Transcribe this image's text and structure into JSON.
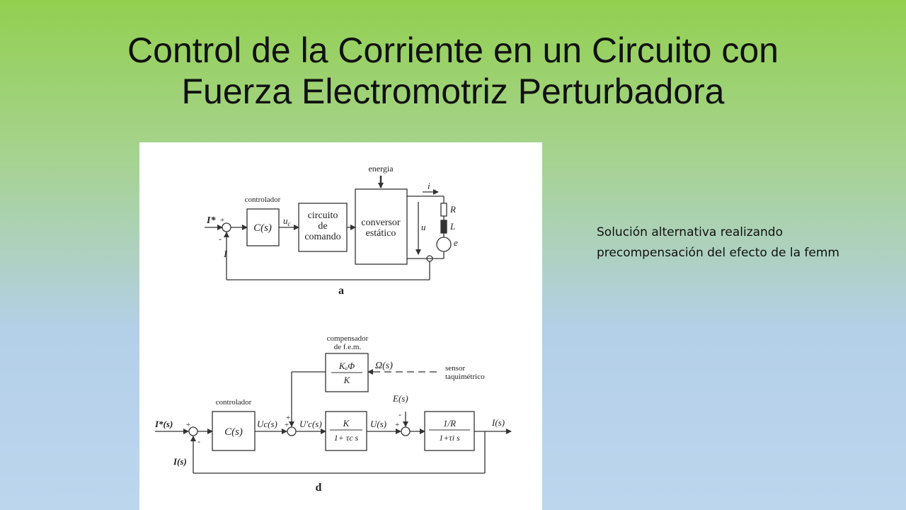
{
  "slide": {
    "title_line1": "Control de la Corriente en un Circuito con",
    "title_line2": "Fuerza Electromotriz Perturbadora",
    "note_line1": "Solución alternativa realizando",
    "note_line2": "precompensación del efecto de la femm"
  },
  "diagram_a": {
    "caption": "a",
    "energy_label": "energia",
    "controller_label": "controlador",
    "controller_block": "C(s)",
    "ref_input": "I*",
    "feedback": "I",
    "plus": "+",
    "minus": "-",
    "control_signal": "u",
    "control_signal_sub": "c",
    "command_line1": "circuito",
    "command_line2": "de",
    "command_line3": "comando",
    "converter_line1": "conversor",
    "converter_line2": "estático",
    "current": "i",
    "voltage": "u",
    "resistor": "R",
    "inductor": "L",
    "emf": "e"
  },
  "diagram_d": {
    "caption": "d",
    "compensator_line1": "compensador",
    "compensator_line2": "de f.e.m.",
    "comp_num": "KₐΦ",
    "comp_den": "K",
    "omega": "Ω(s)",
    "sensor_line1": "sensor",
    "sensor_line2": "taquimétrico",
    "controller_label": "controlador",
    "controller_block": "C(s)",
    "ref_input": "I*(s)",
    "feedback": "I(s)",
    "plus": "+",
    "minus": "-",
    "uc": "Uc(s)",
    "uc_prime": "U'c(s)",
    "conv_num": "K",
    "conv_den": "1+ τc s",
    "u_s": "U(s)",
    "e_s": "E(s)",
    "load_num": "1/R",
    "load_den": "1+τi s",
    "output": "I(s)"
  }
}
